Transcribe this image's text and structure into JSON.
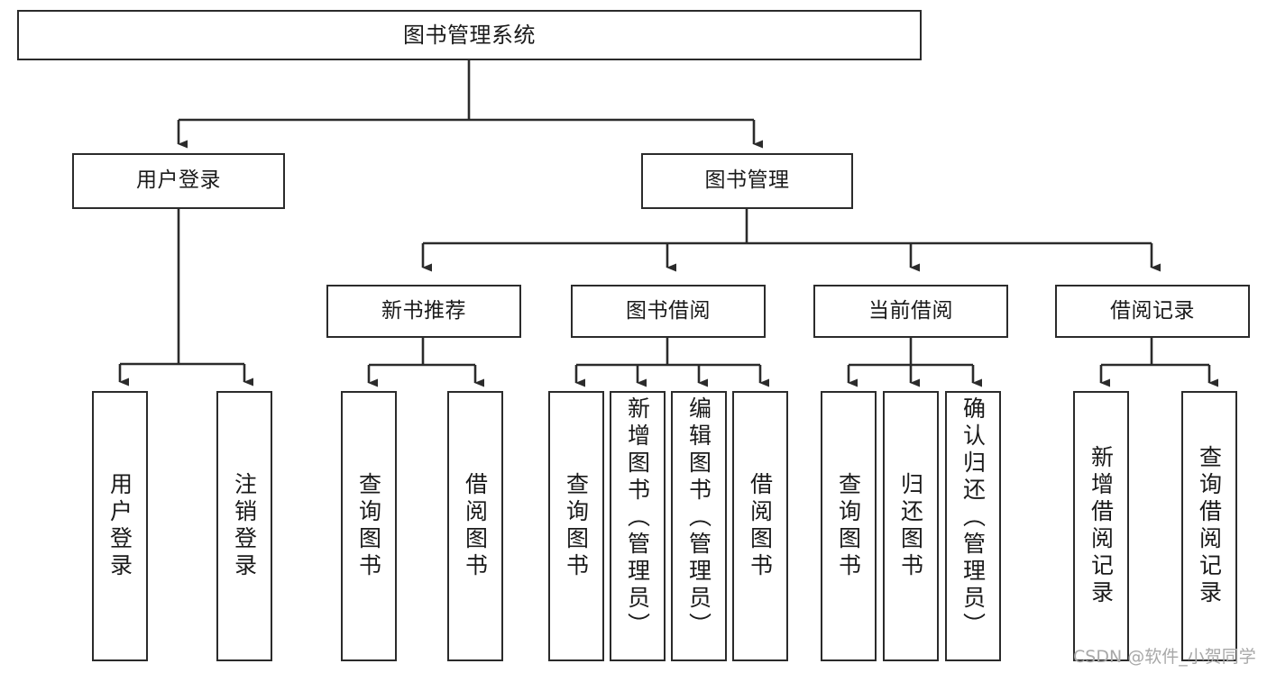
{
  "diagram": {
    "type": "tree",
    "title": "图书管理系统",
    "root": {
      "label": "图书管理系统"
    },
    "level2": [
      {
        "id": "user-login",
        "label": "用户登录"
      },
      {
        "id": "book-management",
        "label": "图书管理"
      }
    ],
    "level3": [
      {
        "id": "new-book-recommend",
        "label": "新书推荐",
        "parent": "book-management"
      },
      {
        "id": "book-borrow",
        "label": "图书借阅",
        "parent": "book-management"
      },
      {
        "id": "current-borrow",
        "label": "当前借阅",
        "parent": "book-management"
      },
      {
        "id": "borrow-record",
        "label": "借阅记录",
        "parent": "book-management"
      }
    ],
    "leaves": [
      {
        "id": "leaf-user-login",
        "label": "用户登录",
        "parent": "user-login",
        "align": "mid"
      },
      {
        "id": "leaf-logout-login",
        "label": "注销登录",
        "parent": "user-login",
        "align": "mid"
      },
      {
        "id": "leaf-query-book-1",
        "label": "查询图书",
        "parent": "new-book-recommend",
        "align": "mid"
      },
      {
        "id": "leaf-borrow-book-1",
        "label": "借阅图书",
        "parent": "new-book-recommend",
        "align": "mid"
      },
      {
        "id": "leaf-query-book-2",
        "label": "查询图书",
        "parent": "book-borrow",
        "align": "mid"
      },
      {
        "id": "leaf-add-book",
        "label": "新增图书（管理员）",
        "parent": "book-borrow",
        "align": "top"
      },
      {
        "id": "leaf-edit-book",
        "label": "编辑图书（管理员）",
        "parent": "book-borrow",
        "align": "top"
      },
      {
        "id": "leaf-borrow-book-2",
        "label": "借阅图书",
        "parent": "book-borrow",
        "align": "mid"
      },
      {
        "id": "leaf-query-book-3",
        "label": "查询图书",
        "parent": "current-borrow",
        "align": "mid"
      },
      {
        "id": "leaf-return-book",
        "label": "归还图书",
        "parent": "current-borrow",
        "align": "mid"
      },
      {
        "id": "leaf-confirm-return",
        "label": "确认归还（管理员）",
        "parent": "current-borrow",
        "align": "top"
      },
      {
        "id": "leaf-add-record",
        "label": "新增借阅记录",
        "parent": "borrow-record",
        "align": "mid"
      },
      {
        "id": "leaf-query-record",
        "label": "查询借阅记录",
        "parent": "borrow-record",
        "align": "mid"
      }
    ],
    "colors": {
      "stroke": "#2b2b2b",
      "fill": "#ffffff",
      "text": "#1a1a1a",
      "watermark": "#a8a8a8"
    }
  },
  "watermark": {
    "text": "CSDN @软件_小贺同学"
  }
}
